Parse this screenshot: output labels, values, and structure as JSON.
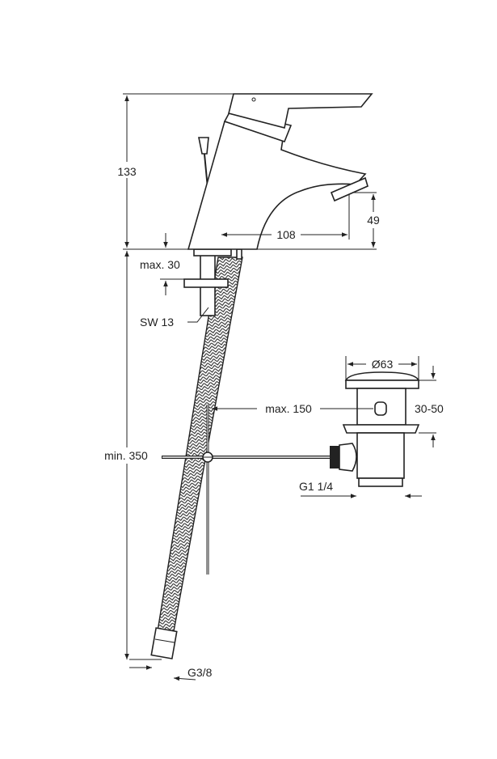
{
  "dimensions": {
    "total_height": "133",
    "spout_height": "49",
    "spout_reach": "108",
    "max_deck_thickness": "max. 30",
    "wrench_size": "SW 13",
    "waste_diameter": "Ø63",
    "waste_range": "30-50",
    "max_rod_distance": "max. 150",
    "min_hose_length": "min. 350",
    "waste_thread": "G1 1/4",
    "hose_thread": "G3/8"
  },
  "colors": {
    "line": "#222222",
    "background": "#ffffff"
  }
}
